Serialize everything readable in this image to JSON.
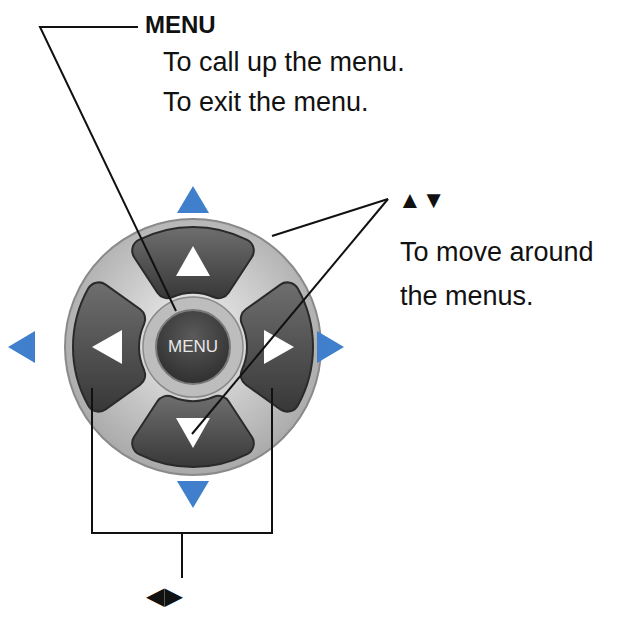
{
  "diagram": {
    "nodes": [
      {
        "text": [
          "MENU"
        ]
      }
    ],
    "labels": [
      "MENU",
      "To call up the menu.",
      "To exit the menu.",
      "▲▼",
      "To move around the menus.",
      "◀▶"
    ]
  }
}
